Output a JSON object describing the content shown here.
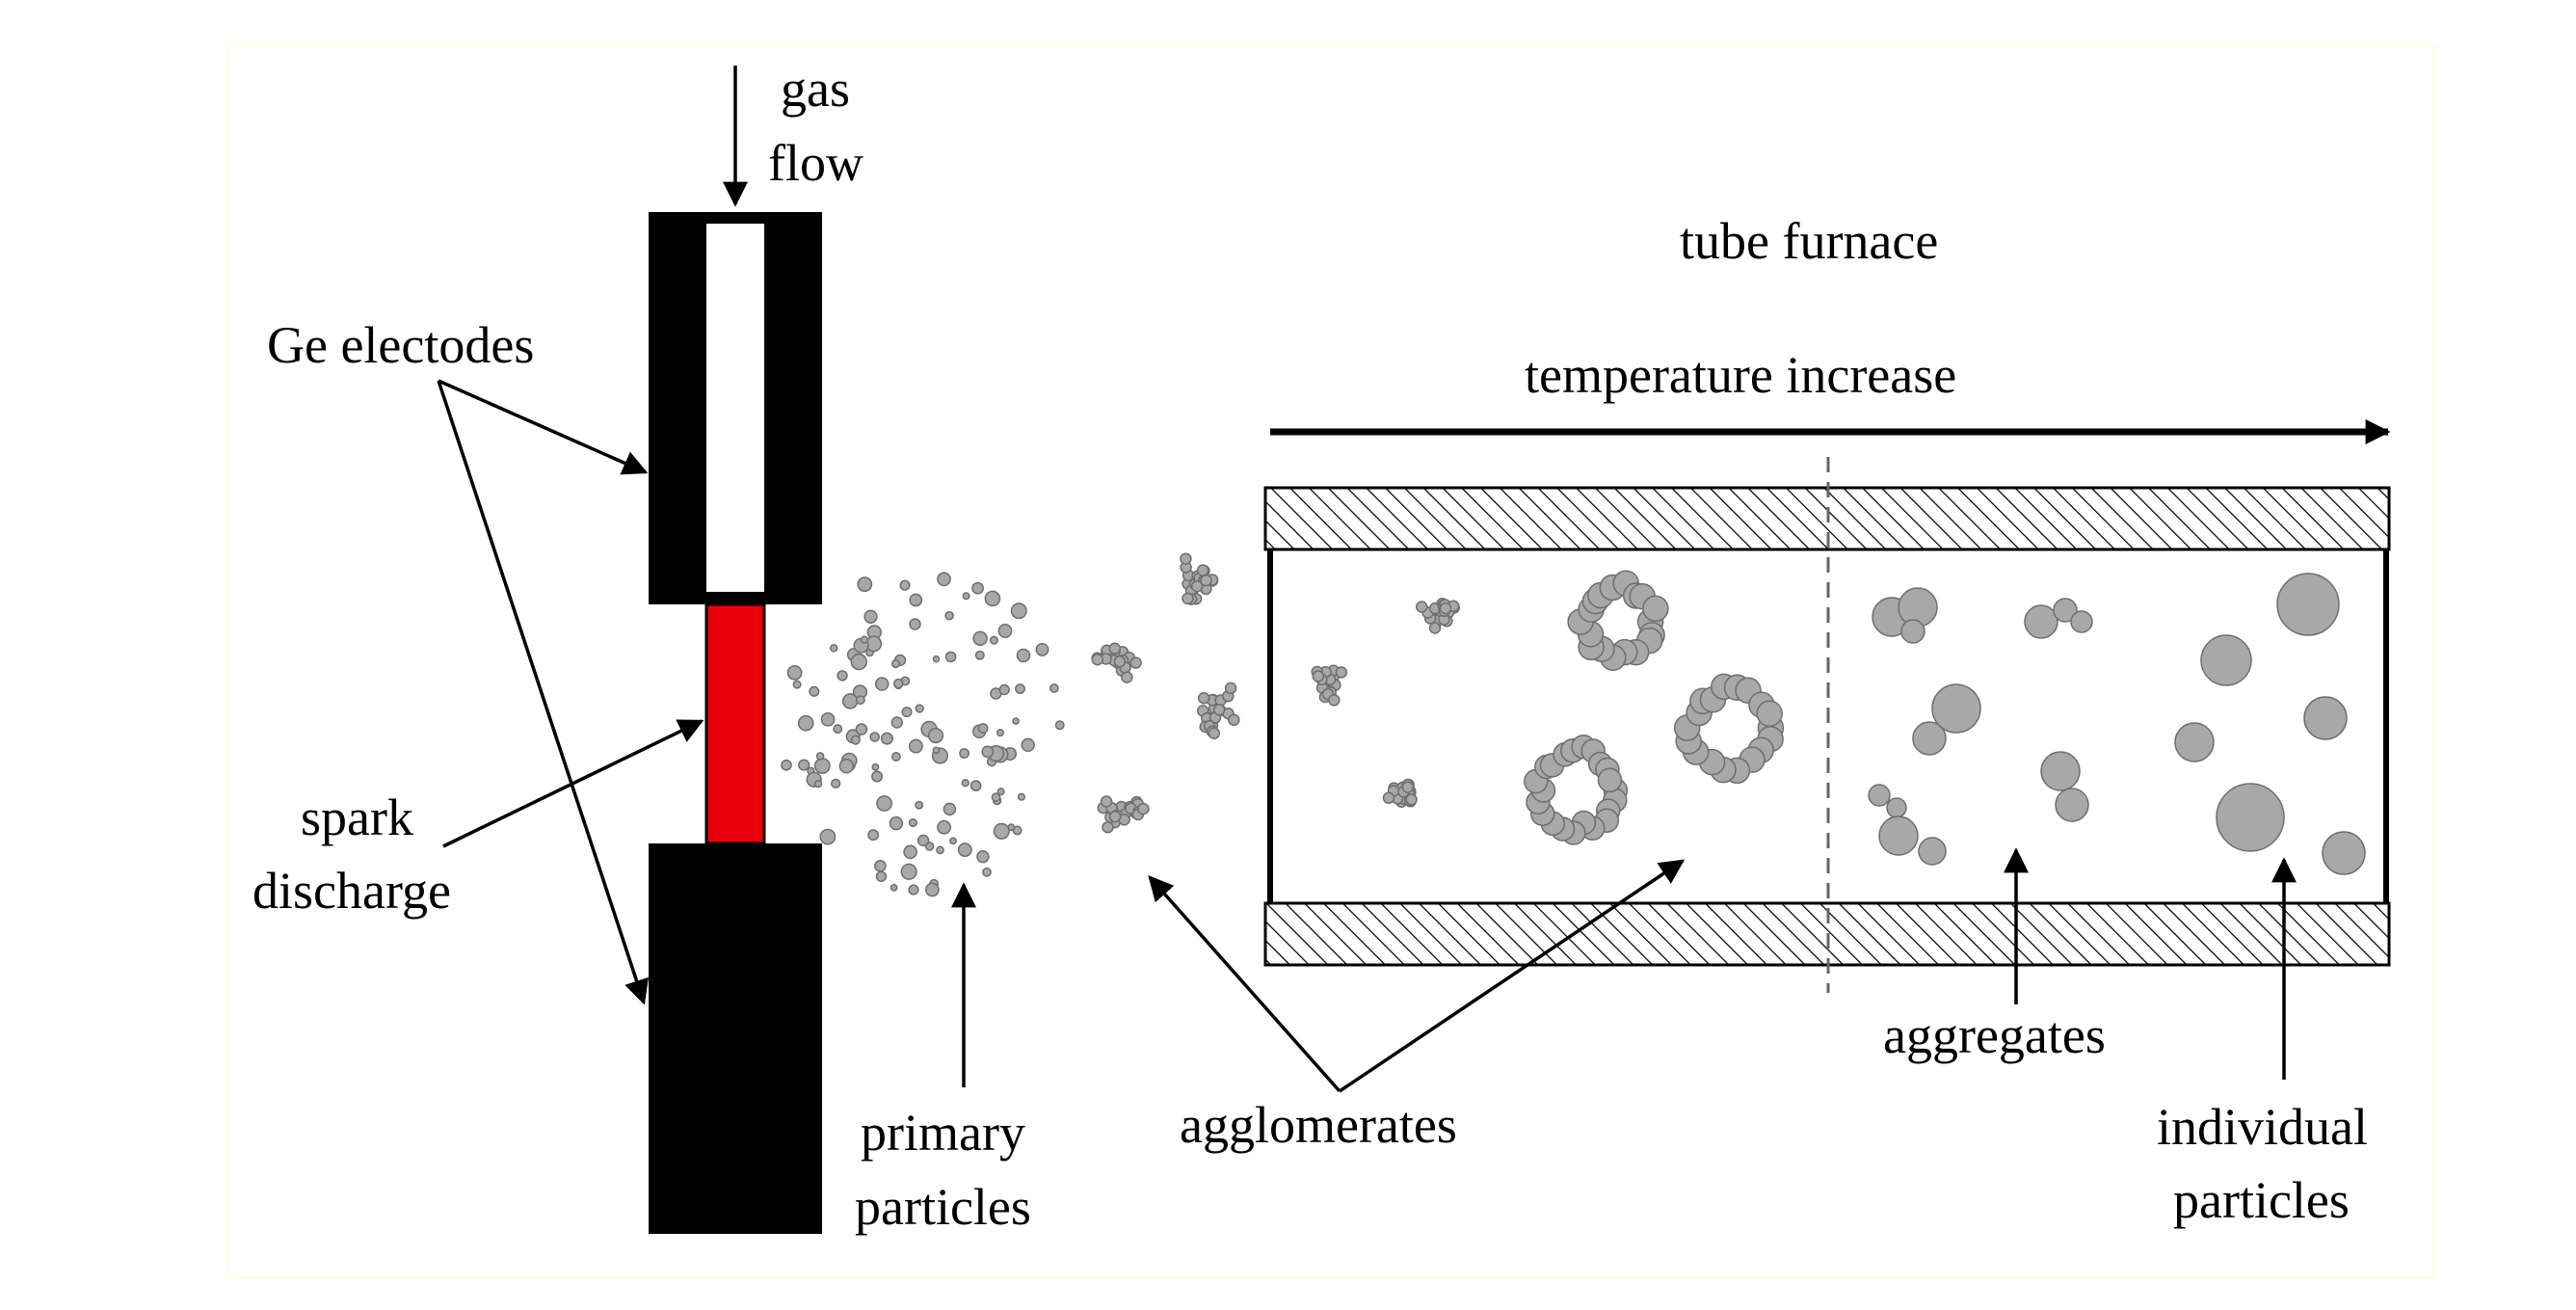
{
  "labels": {
    "gas": "gas",
    "flow": "flow",
    "ge_electrodes": "Ge electodes",
    "spark": "spark",
    "discharge": "discharge",
    "primary": "primary",
    "particles_1": "particles",
    "agglomerates": "agglomerates",
    "tube_furnace": "tube furnace",
    "temperature_increase": "temperature increase",
    "aggregates": "aggregates",
    "individual": "individual",
    "particles_2": "particles"
  },
  "colors": {
    "electrode": "#000000",
    "spark": "#e8000b",
    "particle_fill": "#a8a8a8",
    "particle_stroke": "#6e6e6e",
    "frame": "#fffde6"
  },
  "icons": {
    "gas_flow_arrow": "down-arrow-icon",
    "temperature_arrow": "right-arrow-icon"
  }
}
